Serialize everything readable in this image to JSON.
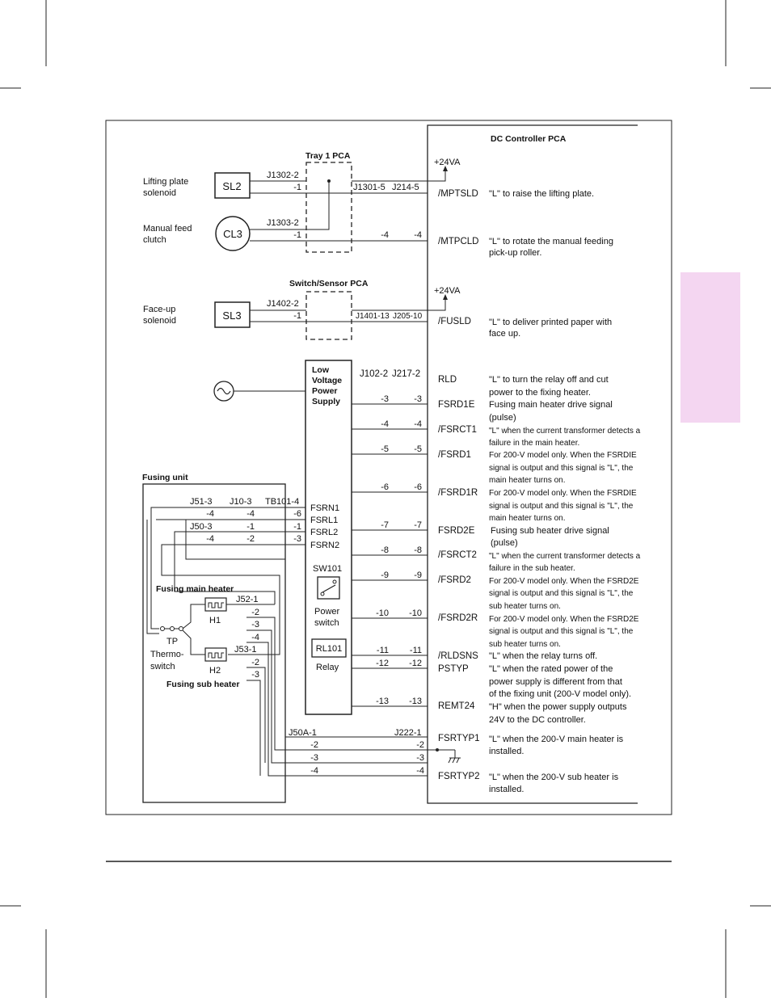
{
  "title": "DC Controller PCA",
  "pcas": {
    "tray1": "Tray 1 PCA",
    "switch_sensor": "Switch/Sensor PCA"
  },
  "components": {
    "sl2": {
      "id": "SL2",
      "label_1": "Lifting plate",
      "label_2": "solenoid"
    },
    "cl3": {
      "id": "CL3",
      "label_1": "Manual feed",
      "label_2": "clutch"
    },
    "sl3": {
      "id": "SL3",
      "label_1": "Face-up",
      "label_2": "solenoid"
    },
    "lvps": {
      "line_1": "Low",
      "line_2": "Voltage",
      "line_3": "Power",
      "line_4": "Supply"
    },
    "fusing_unit": "Fusing unit",
    "fusing_main_heater": "Fusing main heater",
    "fusing_sub_heater": "Fusing sub heater",
    "h1": "H1",
    "h2": "H2",
    "tp": "TP",
    "thermo_1": "Thermo-",
    "thermo_2": "switch",
    "sw101": "SW101",
    "power_1": "Power",
    "power_2": "switch",
    "rl101": "RL101",
    "relay": "Relay"
  },
  "psu_lines": {
    "fsrn1": "FSRN1",
    "fsrl1": "FSRL1",
    "fsrl2": "FSRL2",
    "fsrn2": "FSRN2"
  },
  "connectors": {
    "j1302_2": "J1302-2",
    "j1302_m1": "-1",
    "j1303_2": "J1303-2",
    "j1303_m1": "-1",
    "j1301_5": "J1301-5",
    "j214_5": "J214-5",
    "j1301_m4": "-4",
    "j214_m4": "-4",
    "j1402_2": "J1402-2",
    "j1402_m1": "-1",
    "j1401_13": "J1401-13",
    "j205_10": "J205-10",
    "j102_2": "J102-2",
    "j217_2": "J217-2",
    "j51_3": "J51-3",
    "j10_3": "J10-3",
    "tb101_4": "TB101-4",
    "j50_3": "J50-3",
    "j52_1": "J52-1",
    "j53_1": "J53-1",
    "j50a_1": "J50A-1",
    "j222_1": "J222-1"
  },
  "pins": {
    "psu": [
      {
        "a": "-3",
        "b": "-3"
      },
      {
        "a": "-4",
        "b": "-4"
      },
      {
        "a": "-5",
        "b": "-5"
      },
      {
        "a": "-6",
        "b": "-6"
      },
      {
        "a": "-7",
        "b": "-7"
      },
      {
        "a": "-8",
        "b": "-8"
      },
      {
        "a": "-9",
        "b": "-9"
      },
      {
        "a": "-10",
        "b": "-10"
      },
      {
        "a": "-11",
        "b": "-11"
      },
      {
        "a": "-12",
        "b": "-12"
      },
      {
        "a": "-13",
        "b": "-13"
      }
    ],
    "fuse_rows": [
      {
        "a": "-4",
        "b": "-4",
        "c": "-6"
      },
      {
        "a": "-1",
        "b": "-1"
      },
      {
        "a": "-4",
        "b": "-2",
        "c": "-3"
      }
    ],
    "j52": [
      "-2",
      "-3",
      "-4"
    ],
    "j53": [
      "-2",
      "-3"
    ],
    "j50a": [
      "-2",
      "-3",
      "-4"
    ],
    "j222": [
      "-2",
      "-3",
      "-4"
    ]
  },
  "supply": "+24VA",
  "signals": [
    {
      "name": "/MPTSLD",
      "desc": [
        "\"L\" to raise the lifting plate."
      ]
    },
    {
      "name": "/MTPCLD",
      "desc": [
        "\"L\" to rotate the manual feeding",
        "pick-up roller."
      ]
    },
    {
      "name": "/FUSLD",
      "desc": [
        "\"L\" to deliver printed paper with",
        "face up."
      ]
    },
    {
      "name": "RLD",
      "desc": [
        "\"L\" to turn the relay off and cut",
        "power to the fixing heater."
      ]
    },
    {
      "name": "FSRD1E",
      "desc": [
        "Fusing main heater drive signal",
        "(pulse)"
      ]
    },
    {
      "name": "/FSRCT1",
      "desc": [
        "\"L\" when the current transformer detects a",
        "failure in the main heater."
      ]
    },
    {
      "name": "/FSRD1",
      "desc": [
        "For 200-V model only.  When the FSRDIE",
        "signal is output and this signal is \"L\", the",
        "main heater turns on."
      ]
    },
    {
      "name": "/FSRD1R",
      "desc": [
        "For 200-V model only.  When the FSRDIE",
        "signal is output and this signal is \"L\", the",
        "main heater turns on."
      ]
    },
    {
      "name": "FSRD2E",
      "desc": [
        "Fusing sub heater drive signal",
        "(pulse)"
      ]
    },
    {
      "name": "/FSRCT2",
      "desc": [
        "\"L\" when the current transformer detects a",
        "failure in the sub heater."
      ]
    },
    {
      "name": "/FSRD2",
      "desc": [
        "For 200-V model only.  When the FSRD2E",
        "signal is output and this signal is \"L\", the",
        "sub heater turns on."
      ]
    },
    {
      "name": "/FSRD2R",
      "desc": [
        "For 200-V model only.  When the FSRD2E",
        "signal is output and this signal is \"L\", the",
        "sub heater turns on."
      ]
    },
    {
      "name": "/RLDSNS",
      "desc": [
        "\"L\" when the relay turns off."
      ]
    },
    {
      "name": "PSTYP",
      "desc": [
        "\"L\" when the rated power of the",
        "power supply is different from that",
        "of the fixing unit (200-V model only)."
      ]
    },
    {
      "name": "REMT24",
      "desc": [
        "\"H\" when the power supply outputs",
        "24V to the DC controller."
      ]
    },
    {
      "name": "FSRTYP1",
      "desc": [
        "\"L\" when the 200-V main heater is",
        "installed."
      ]
    },
    {
      "name": "FSRTYP2",
      "desc": [
        "\"L\" when the 200-V sub heater is",
        "installed."
      ]
    }
  ]
}
